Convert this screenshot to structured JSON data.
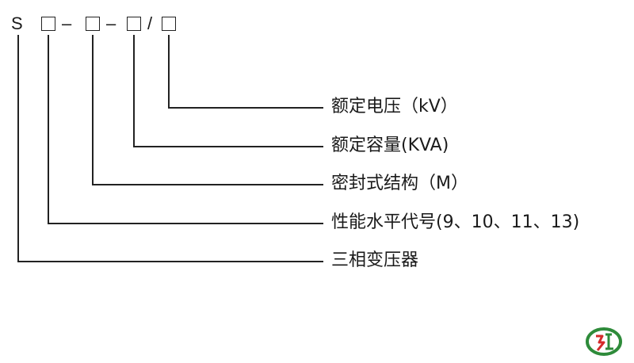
{
  "model_code": {
    "prefix": "S",
    "sep1": "–",
    "sep2": "–",
    "sep3": "/"
  },
  "labels": {
    "rated_voltage": "额定电压（kV）",
    "rated_capacity": "额定容量(KVA)",
    "sealed_structure": "密封式结构（M）",
    "performance_level": "性能水平代号(9、10、11、13)",
    "three_phase": "三相变压器"
  },
  "colors": {
    "line": "#222222",
    "text": "#1a1a1a",
    "logo_green": "#2e8b3a",
    "logo_red": "#d42b2b"
  },
  "icons": {
    "logo": "company-logo-icon"
  }
}
